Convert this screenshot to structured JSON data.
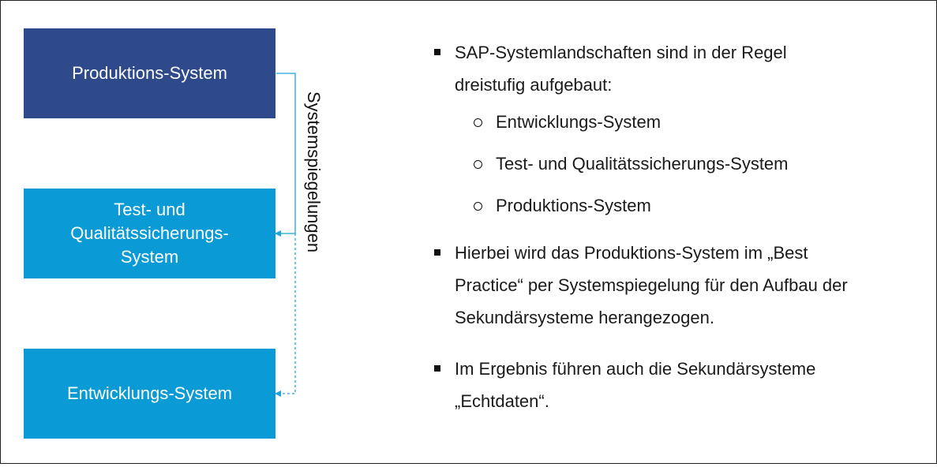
{
  "diagram": {
    "boxes": {
      "production": "Produktions-System",
      "test_lines": [
        "Test- und",
        "Qualitätssicherungs-",
        "System"
      ],
      "development": "Entwicklungs-System"
    },
    "connector_label": "Systemspiegelungen"
  },
  "bullets": {
    "intro": [
      "SAP-Systemlandschaften sind in der Regel",
      "dreistufig aufgebaut:"
    ],
    "sub_items": [
      "Entwicklungs-System",
      "Test- und Qualitätssicherungs-System",
      "Produktions-System"
    ],
    "second": [
      "Hierbei wird das Produktions-System im „Best",
      "Practice“ per Systemspiegelung für den Aufbau der",
      "Sekundärsysteme herangezogen."
    ],
    "third": [
      "Im Ergebnis führen auch die Sekundärsysteme",
      "„Echtdaten“."
    ]
  },
  "colors": {
    "production_box": "#2e4a8b",
    "secondary_box": "#0a9bd6",
    "connector": "#1fa3dd"
  }
}
